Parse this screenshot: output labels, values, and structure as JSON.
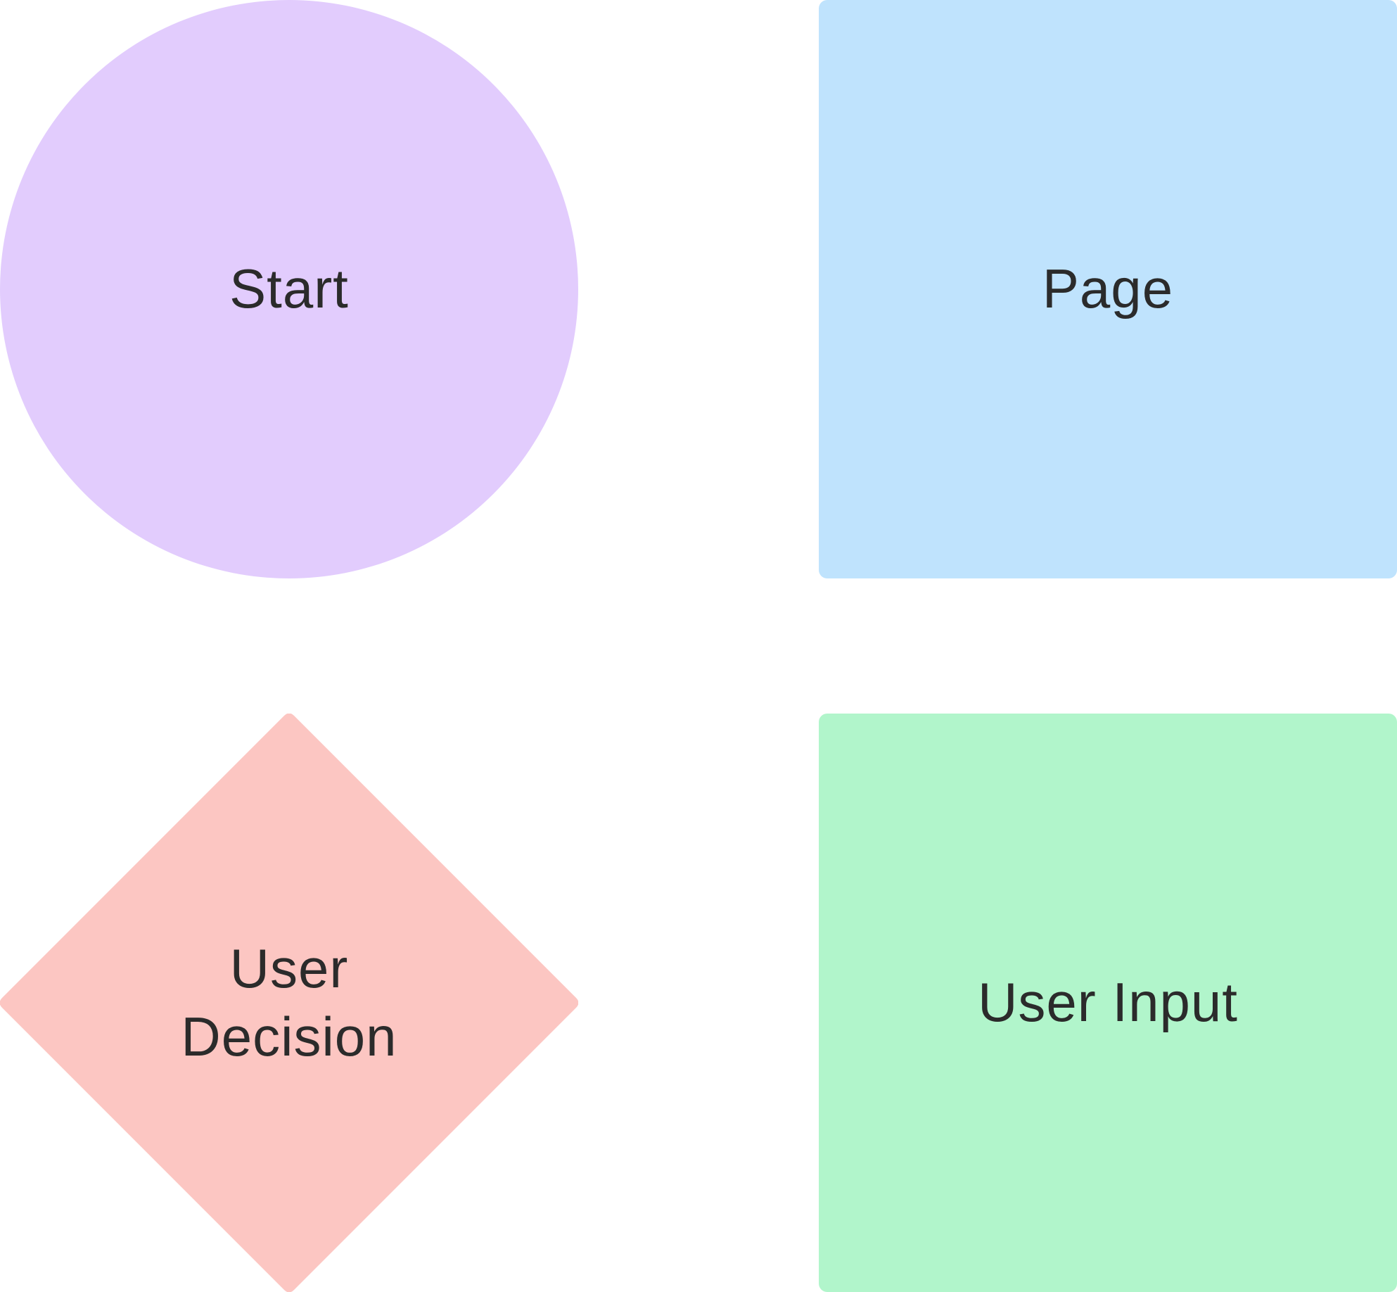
{
  "diagram": {
    "nodes": {
      "start": {
        "label": "Start",
        "shape": "circle",
        "color": "#e2ccfd"
      },
      "page": {
        "label": "Page",
        "shape": "rounded-rectangle",
        "color": "#bfe3fd"
      },
      "decision": {
        "label_line1": "User",
        "label_line2": "Decision",
        "shape": "diamond",
        "color": "#fcc6c2"
      },
      "input": {
        "label": "User Input",
        "shape": "rounded-rectangle",
        "color": "#b1f5cb"
      }
    },
    "text_color": "#2b2b2b",
    "background": "#ffffff"
  }
}
